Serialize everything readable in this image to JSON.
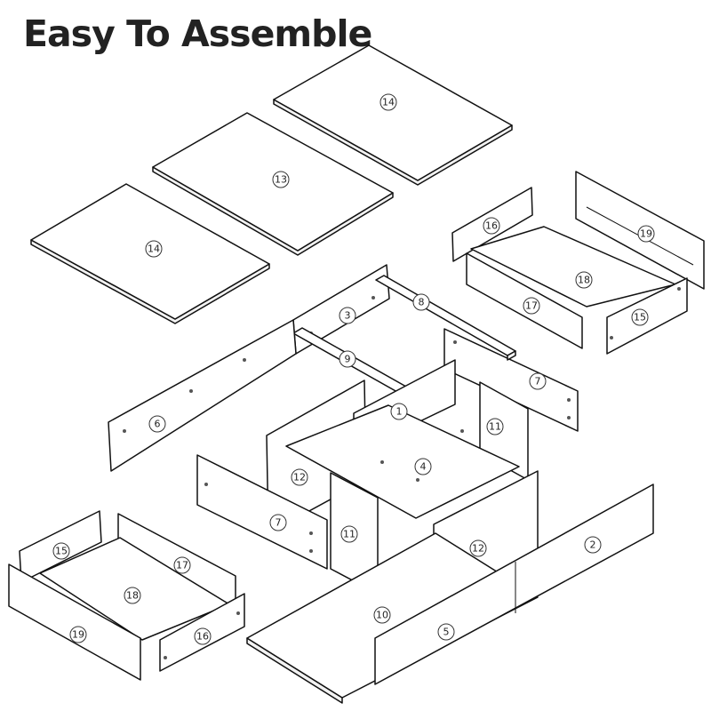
{
  "title": "Easy To Assemble",
  "labels": {
    "p14a": "14",
    "p14b": "14",
    "p13": "13",
    "p16a": "16",
    "p19a": "19",
    "p18a": "18",
    "p17a": "17",
    "p15a": "15",
    "p3": "3",
    "p8": "8",
    "p9": "9",
    "p6": "6",
    "p7a": "7",
    "p1": "1",
    "p11a": "11",
    "p4": "4",
    "p12a": "12",
    "p7b": "7",
    "p11b": "11",
    "p12b": "12",
    "p2": "2",
    "p10": "10",
    "p5": "5",
    "p15b": "15",
    "p17b": "17",
    "p18b": "18",
    "p19b": "19",
    "p16b": "16"
  }
}
